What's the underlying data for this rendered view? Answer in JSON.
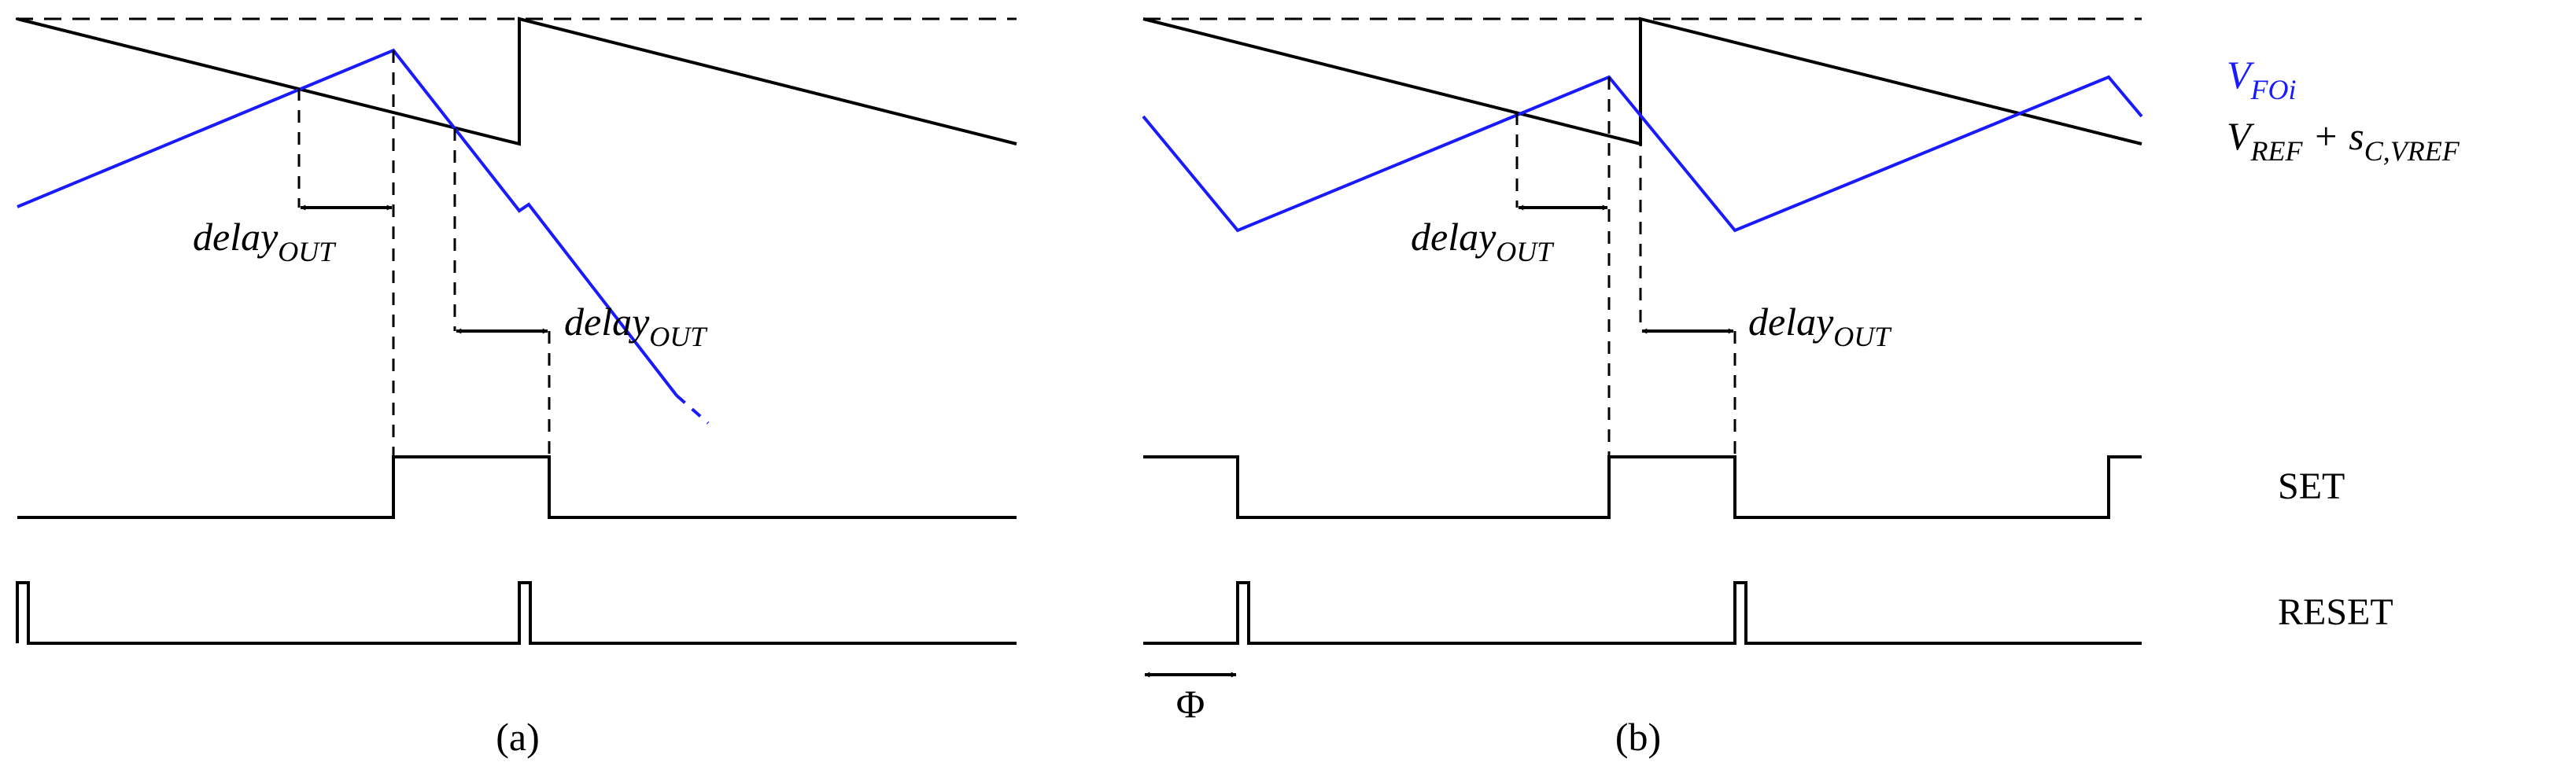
{
  "colors": {
    "vfo": "#1a1aff",
    "ref": "#000000",
    "dash": "#000000"
  },
  "delay": {
    "base": "delay",
    "sub": "OUT"
  },
  "legend": {
    "vfo_base": "V",
    "vfo_sub": "FOi",
    "vref_base": "V",
    "vref_sub": "REF",
    "vref_plus": " + s",
    "vref_sub2": "C,VREF"
  },
  "signals": {
    "set": "SET",
    "reset": "RESET"
  },
  "phase": "Φ",
  "captions": {
    "a": "(a)",
    "b": "(b)"
  }
}
